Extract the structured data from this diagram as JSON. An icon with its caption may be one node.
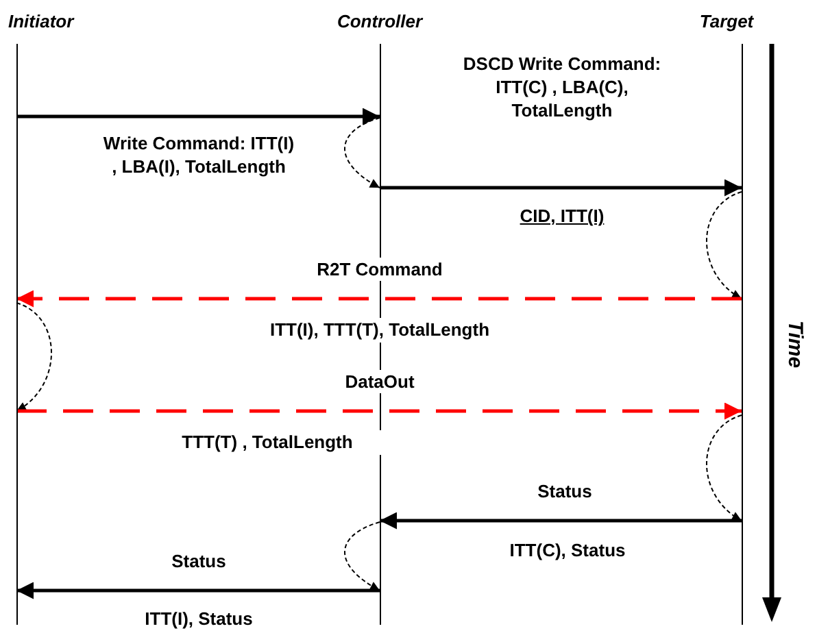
{
  "diagram": {
    "nodes": [
      {
        "text": [
          "Initiator"
        ]
      },
      {
        "text": [
          "Controller"
        ]
      },
      {
        "text": [
          "Target"
        ]
      }
    ],
    "edges": [
      {
        "from": 0,
        "to": 1,
        "arrow": "to",
        "label": "Write Command: ITT(I) , LBA(I), TotalLength"
      },
      {
        "from": 1,
        "to": 1,
        "arrow": "to",
        "style": "dashed"
      },
      {
        "from": 1,
        "to": 2,
        "arrow": "to",
        "label": "DSCD Write Command: ITT(C) , LBA(C), TotalLength"
      },
      {
        "from": 2,
        "to": 2,
        "arrow": "to",
        "style": "dashed"
      },
      {
        "from": 2,
        "to": 0,
        "arrow": "to",
        "label": "R2T Command",
        "style": "dashed",
        "color": "#ff0000"
      },
      {
        "from": 0,
        "to": 0,
        "arrow": "to",
        "style": "dashed"
      },
      {
        "from": 0,
        "to": 2,
        "arrow": "to",
        "label": "DataOut",
        "style": "dashed",
        "color": "#ff0000"
      },
      {
        "from": 2,
        "to": 2,
        "arrow": "to",
        "style": "dashed"
      },
      {
        "from": 2,
        "to": 1,
        "arrow": "to",
        "label": "Status"
      },
      {
        "from": 1,
        "to": 1,
        "arrow": "to",
        "style": "dashed"
      },
      {
        "from": 1,
        "to": 0,
        "arrow": "to",
        "label": "Status"
      }
    ],
    "labels": [
      "CID, ITT(I)",
      "ITT(I), TTT(T), TotalLength",
      "TTT(T) , TotalLength",
      "ITT(C), Status",
      "ITT(I), Status",
      "Time"
    ]
  }
}
